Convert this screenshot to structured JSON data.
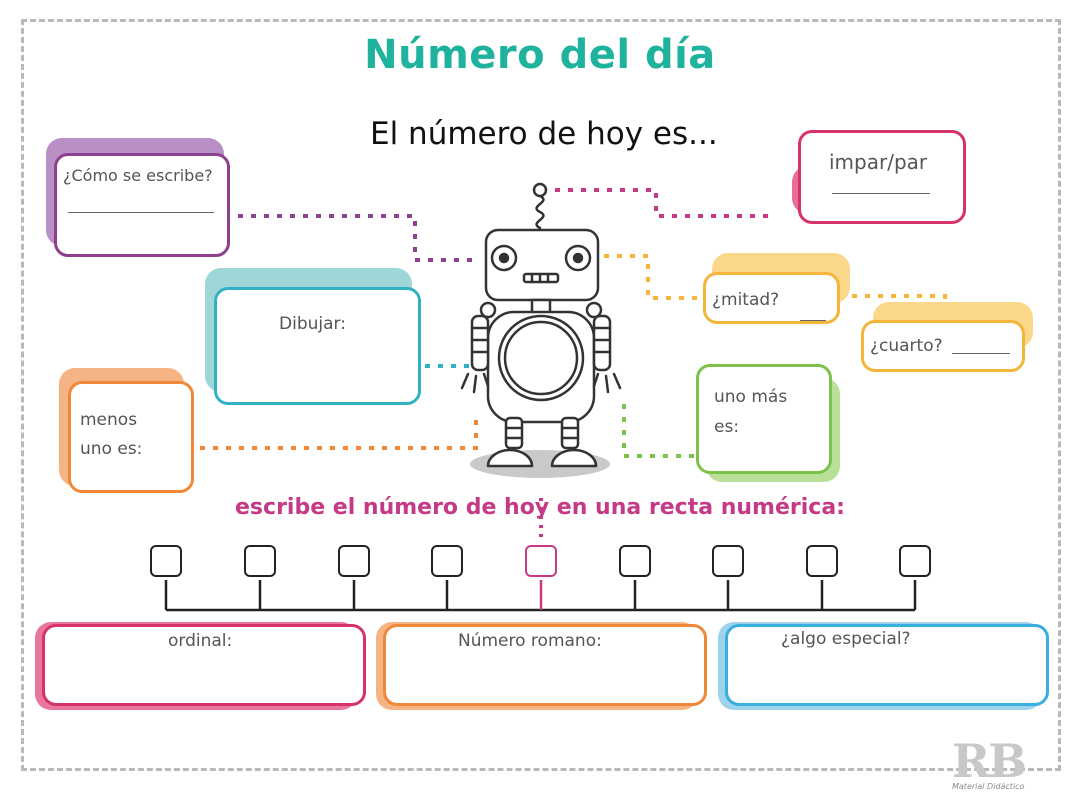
{
  "title": "Número del día",
  "subtitle": "El número de hoy es...",
  "cards": {
    "como_se_escribe": "¿Cómo se escribe?",
    "impar_par": "impar/par",
    "dibujar": "Dibujar:",
    "mitad": "¿mitad?",
    "cuarto": "¿cuarto?",
    "menos_uno": "menos uno es:",
    "uno_mas": "uno más es:",
    "ordinal": "ordinal:",
    "romano": "Número romano:",
    "especial": "¿algo especial?"
  },
  "numberline_title": "escribe el número de hoy en una recta numérica:",
  "numberline_boxes": 9,
  "logo": {
    "letters": "RB",
    "caption": "Material Didáctico"
  },
  "colors": {
    "title": "#1fb39e",
    "purple": "#8e3f8e",
    "pink": "#d6336c",
    "teal": "#33b1c4",
    "orange": "#f0883a",
    "yellow": "#f4b63a",
    "green": "#7cc24a",
    "blue": "#3aaee0",
    "magenta": "#c43a86"
  }
}
